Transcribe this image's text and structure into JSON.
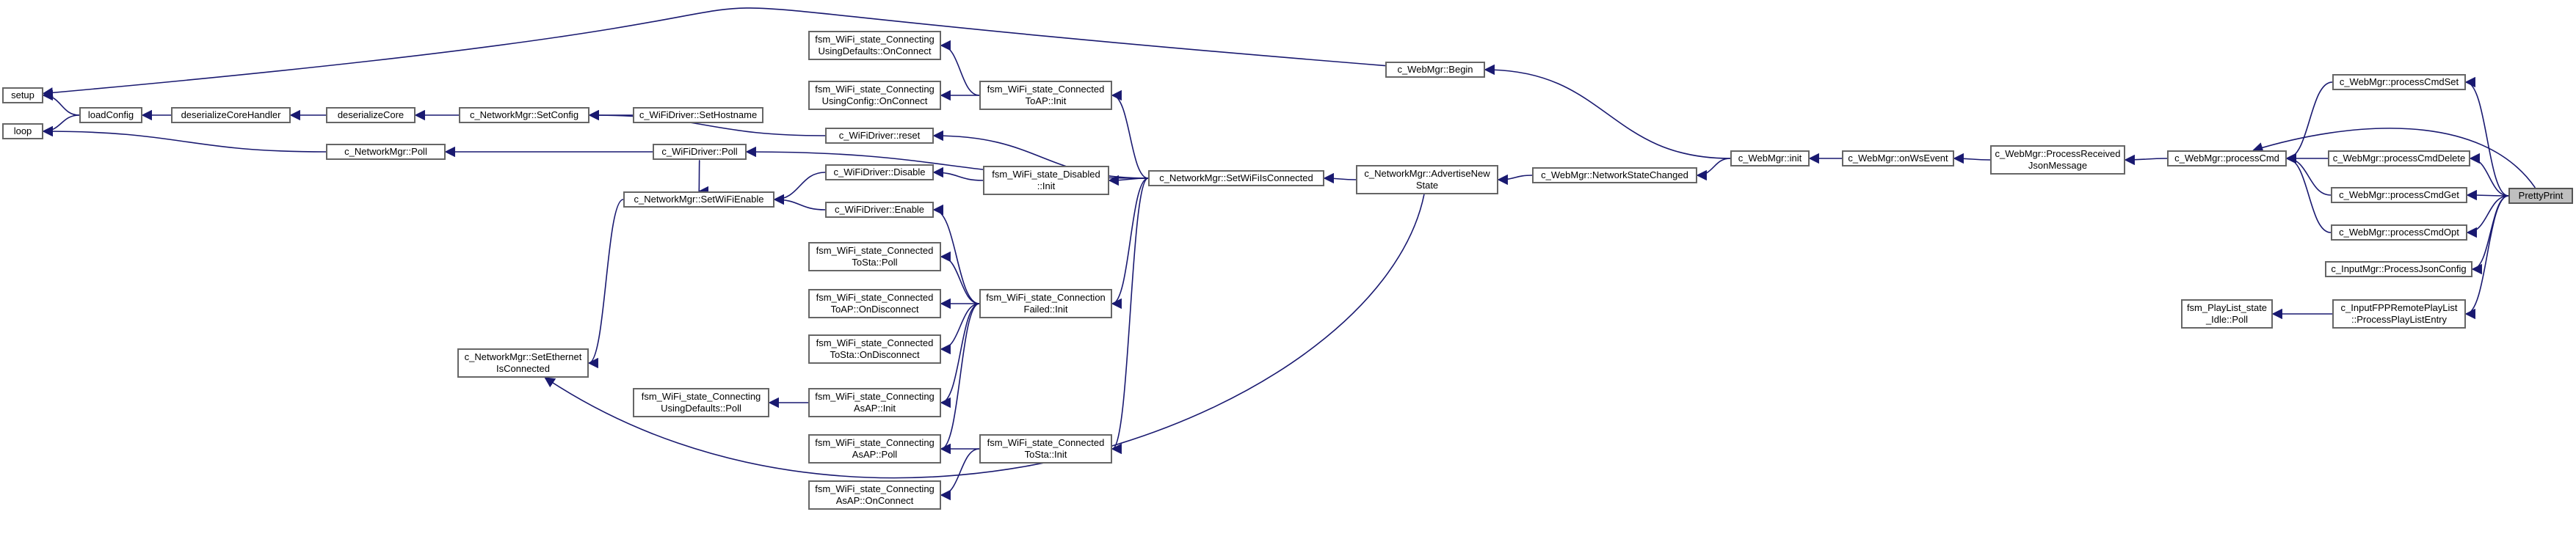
{
  "graph": {
    "type": "caller-graph",
    "edge_color": "#191970",
    "root_fill": "#bfbfbf",
    "nodes": {
      "setup": "setup",
      "loop": "loop",
      "loadConfig": "loadConfig",
      "deserializeCoreHandler": "deserializeCoreHandler",
      "deserializeCore": "deserializeCore",
      "setConfig": "c_NetworkMgr::SetConfig",
      "setHostname": "c_WiFiDriver::SetHostname",
      "wifiReset": "c_WiFiDriver::reset",
      "netPoll": "c_NetworkMgr::Poll",
      "wifiPoll": "c_WiFiDriver::Poll",
      "setWiFiEnable": "c_NetworkMgr::SetWiFiEnable",
      "wifiDisable": "c_WiFiDriver::Disable",
      "wifiEnable": "c_WiFiDriver::Enable",
      "setEthernet": "c_NetworkMgr::SetEthernet\nIsConnected",
      "connUsingDefaultsOnConnect": "fsm_WiFi_state_Connecting\nUsingDefaults::OnConnect",
      "connUsingConfigOnConnect": "fsm_WiFi_state_Connecting\nUsingConfig::OnConnect",
      "connectedToAPInit": "fsm_WiFi_state_Connected\nToAP::Init",
      "disabledInit": "fsm_WiFi_state_Disabled\n::Init",
      "connectedToStaPoll": "fsm_WiFi_state_Connected\nToSta::Poll",
      "connectedToAPOnDisconnect": "fsm_WiFi_state_Connected\nToAP::OnDisconnect",
      "connectedToStaOnDisconnect": "fsm_WiFi_state_Connected\nToSta::OnDisconnect",
      "connectionFailedInit": "fsm_WiFi_state_Connection\nFailed::Init",
      "usingDefaultsPoll": "fsm_WiFi_state_Connecting\nUsingDefaults::Poll",
      "asAPInit": "fsm_WiFi_state_Connecting\nAsAP::Init",
      "asAPPoll": "fsm_WiFi_state_Connecting\nAsAP::Poll",
      "asAPOnConnect": "fsm_WiFi_state_Connecting\nAsAP::OnConnect",
      "connectedToStaInit": "fsm_WiFi_state_Connected\nToSta::Init",
      "setWiFiIsConnected": "c_NetworkMgr::SetWiFiIsConnected",
      "advertiseNewState": "c_NetworkMgr::AdvertiseNew\nState",
      "webBegin": "c_WebMgr::Begin",
      "networkStateChanged": "c_WebMgr::NetworkStateChanged",
      "webInit": "c_WebMgr::init",
      "onWsEvent": "c_WebMgr::onWsEvent",
      "processReceivedJson": "c_WebMgr::ProcessReceived\nJsonMessage",
      "processCmd": "c_WebMgr::processCmd",
      "processCmdSet": "c_WebMgr::processCmdSet",
      "processCmdDelete": "c_WebMgr::processCmdDelete",
      "processCmdGet": "c_WebMgr::processCmdGet",
      "processCmdOpt": "c_WebMgr::processCmdOpt",
      "processJsonConfig": "c_InputMgr::ProcessJsonConfig",
      "playListIdlePoll": "fsm_PlayList_state\n_Idle::Poll",
      "processPlayListEntry": "c_InputFPPRemotePlayList\n::ProcessPlayListEntry",
      "prettyPrint": "PrettyPrint"
    }
  }
}
